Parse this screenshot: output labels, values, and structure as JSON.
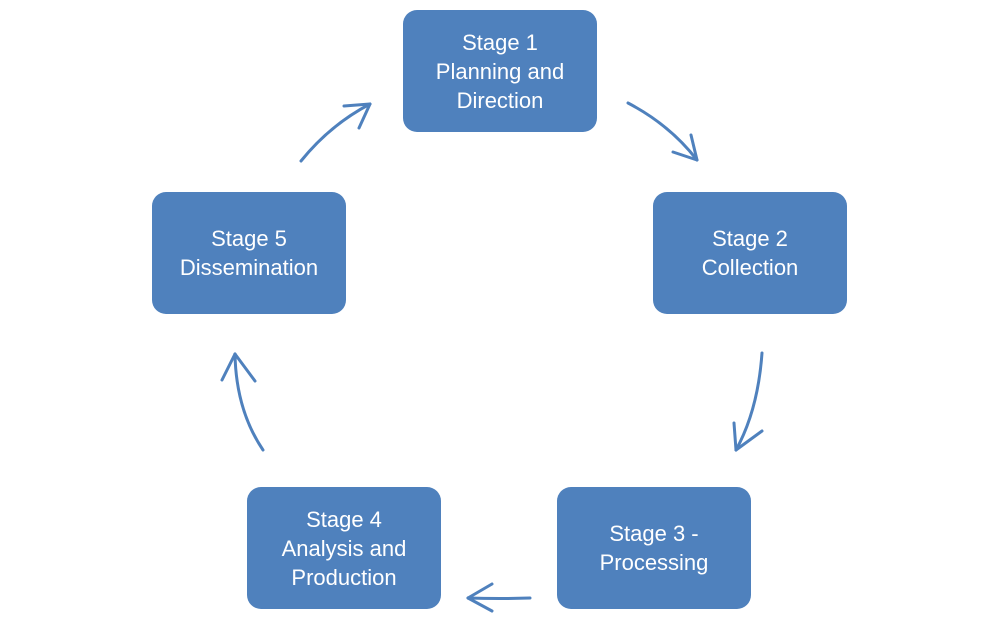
{
  "diagram": {
    "type": "cycle",
    "stages": [
      {
        "id": "stage-1",
        "lines": [
          "Stage 1",
          "Planning and",
          "Direction"
        ]
      },
      {
        "id": "stage-2",
        "lines": [
          "Stage 2",
          "Collection"
        ]
      },
      {
        "id": "stage-3",
        "lines": [
          "Stage 3 -",
          "Processing"
        ]
      },
      {
        "id": "stage-4",
        "lines": [
          "Stage 4",
          "Analysis and",
          "Production"
        ]
      },
      {
        "id": "stage-5",
        "lines": [
          "Stage 5",
          "Dissemination"
        ]
      }
    ],
    "flow": [
      {
        "from": "stage-1",
        "to": "stage-2"
      },
      {
        "from": "stage-2",
        "to": "stage-3"
      },
      {
        "from": "stage-3",
        "to": "stage-4"
      },
      {
        "from": "stage-4",
        "to": "stage-5"
      },
      {
        "from": "stage-5",
        "to": "stage-1"
      }
    ],
    "colors": {
      "box_fill": "#4f81bd",
      "box_text": "#ffffff",
      "arrow": "#4f81bd",
      "background": "#ffffff"
    }
  }
}
